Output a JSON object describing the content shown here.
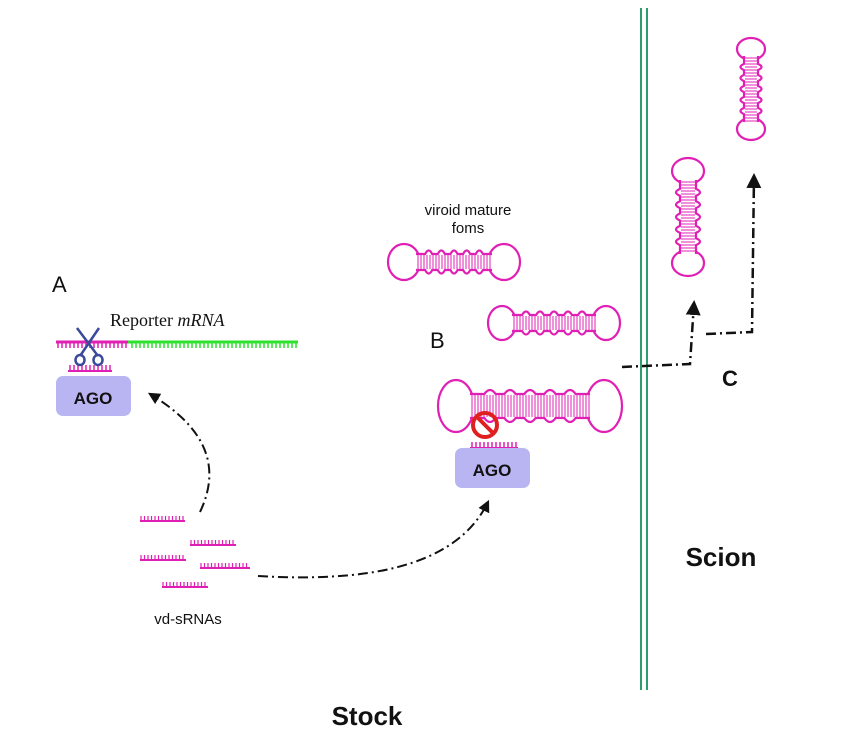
{
  "labels": {
    "panel_a": "A",
    "panel_b": "B",
    "panel_c": "C",
    "reporter_prefix": "Reporter ",
    "reporter_italic": "mRNA",
    "viroid_line1": "viroid mature",
    "viroid_line2": "foms",
    "ago_a": "AGO",
    "ago_b": "AGO",
    "vd_srnas": "vd-sRNAs",
    "scion": "Scion",
    "stock": "Stock"
  },
  "colors": {
    "viroid": "#e01fb4",
    "reporter": "#2fe02f",
    "ago_fill": "#b9b5f2",
    "graft_line": "#2e9e6a",
    "inhibit": "#e02020",
    "arrow": "#111111"
  },
  "icons": {
    "cleavage": "scissors-icon",
    "inhibition": "no-entry-icon"
  }
}
